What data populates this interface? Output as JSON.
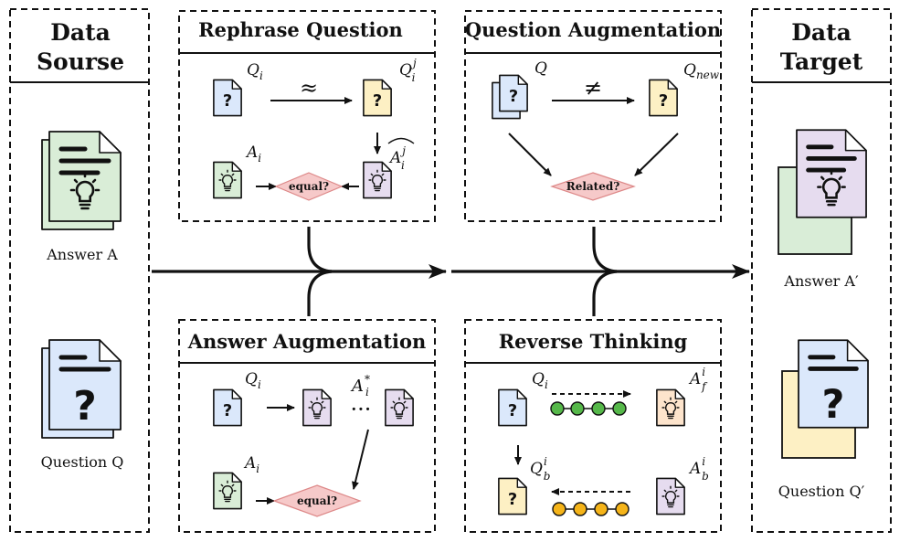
{
  "colors": {
    "question_doc": "#dbe8fb",
    "question_variant_doc": "#fdf0c4",
    "answer_doc": "#d9edd7",
    "answer_variant_doc": "#e6dcef",
    "reverse_answer_doc": "#fde4cc",
    "diamond": "#f6c9c9",
    "green_dot": "#56b84a",
    "orange_dot": "#f5b419"
  },
  "data_source": {
    "title_line1": "Data",
    "title_line2": "Sourse",
    "answer_label": "Answer A",
    "question_label": "Question Q"
  },
  "data_target": {
    "title_line1": "Data",
    "title_line2": "Target",
    "answer_label": "Answer A′",
    "question_label": "Question Q′"
  },
  "rephrase": {
    "title": "Rephrase Question",
    "q_label": "Q",
    "q_sub": "i",
    "qj_label": "Q",
    "qj_sub": "i",
    "qj_sup": "j",
    "approx": "≈",
    "a_label": "A",
    "a_sub": "i",
    "ahat_label": "A",
    "ahat_sub": "i",
    "ahat_sup": "j",
    "diamond": "equal?"
  },
  "qaug": {
    "title": "Question Augmentation",
    "q_label": "Q",
    "qnew_label": "Q",
    "qnew_sub": "new",
    "neq": "≠",
    "diamond": "Related?"
  },
  "aaug": {
    "title": "Answer Augmentation",
    "q_label": "Q",
    "q_sub": "i",
    "astar_label": "A",
    "astar_sub": "i",
    "astar_sup": "*",
    "dots": "···",
    "a_label": "A",
    "a_sub": "i",
    "diamond": "equal?"
  },
  "reverse": {
    "title": "Reverse Thinking",
    "q_label": "Q",
    "q_sub": "i",
    "af_label": "A",
    "af_sub": "f",
    "af_sup": "i",
    "qb_label": "Q",
    "qb_sub": "b",
    "qb_sup": "i",
    "ab_label": "A",
    "ab_sub": "b",
    "ab_sup": "i"
  }
}
